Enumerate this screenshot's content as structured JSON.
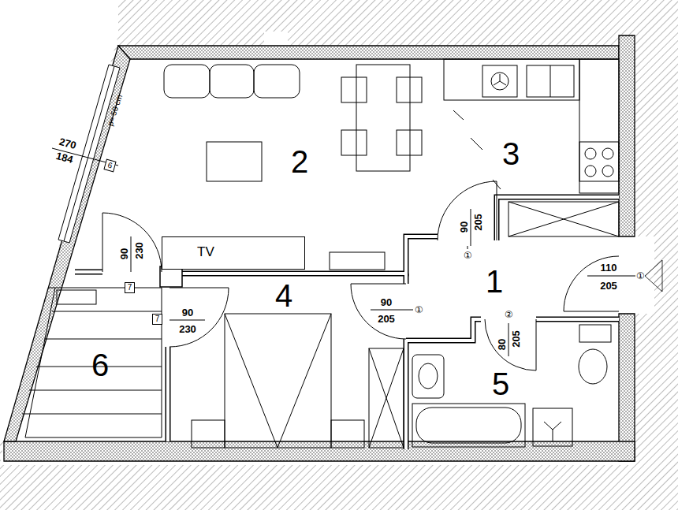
{
  "diagram": {
    "nodes": [
      {
        "text": [
          "TV"
        ]
      },
      {
        "text": [
          "6"
        ]
      },
      {
        "text": [
          "7"
        ]
      },
      {
        "text": [
          "7"
        ]
      }
    ],
    "labels": [
      "270",
      "184",
      "p= 50 cm",
      "2",
      "3",
      "90",
      "205",
      "①",
      "1",
      "110",
      "205",
      "①",
      "90",
      "230",
      "4",
      "90",
      "205",
      "①",
      "②",
      "90",
      "230",
      "80",
      "205",
      "5",
      "6"
    ]
  }
}
